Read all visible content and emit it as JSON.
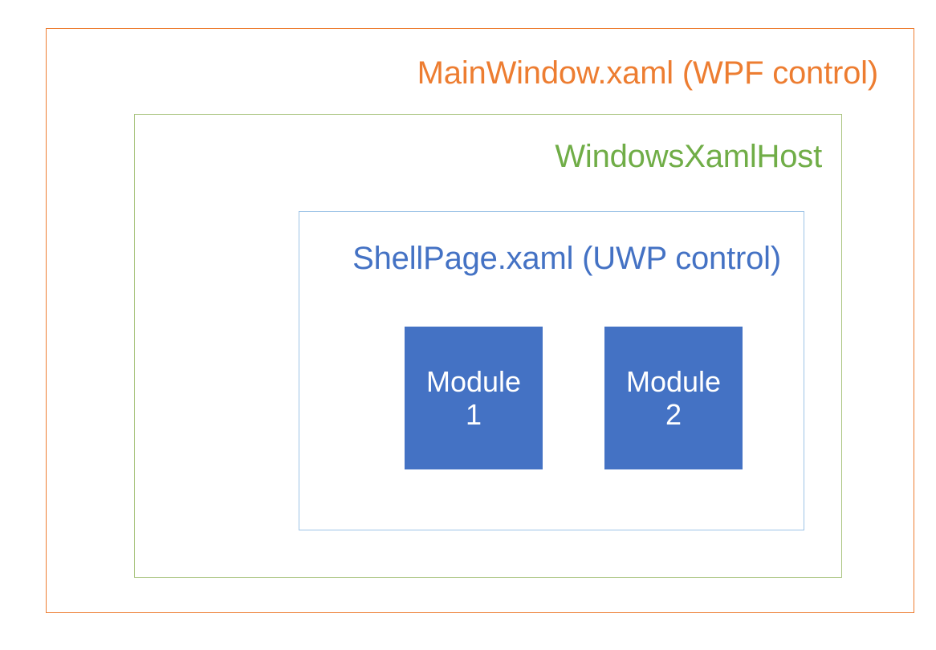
{
  "diagram": {
    "title": "WPF / WindowsXamlHost / UWP layering diagram",
    "background_color": "#FFFFFF",
    "layers": [
      {
        "id": "wpf",
        "label": "MainWindow.xaml (WPF control)",
        "border_color": "#ED7D31",
        "text_color": "#ED7D31"
      },
      {
        "id": "xamlhost",
        "label": "WindowsXamlHost",
        "border_color": "#A9C47F",
        "text_color": "#70AD47"
      },
      {
        "id": "shellpage",
        "label": "ShellPage.xaml (UWP control)",
        "border_color": "#9DC3E6",
        "text_color": "#4472C4"
      }
    ],
    "modules": [
      {
        "id": "module-1",
        "name_line": "Module",
        "number_line": "1",
        "fill_color": "#4472C4",
        "text_color": "#FFFFFF"
      },
      {
        "id": "module-2",
        "name_line": "Module",
        "number_line": "2",
        "fill_color": "#4472C4",
        "text_color": "#FFFFFF"
      }
    ]
  }
}
